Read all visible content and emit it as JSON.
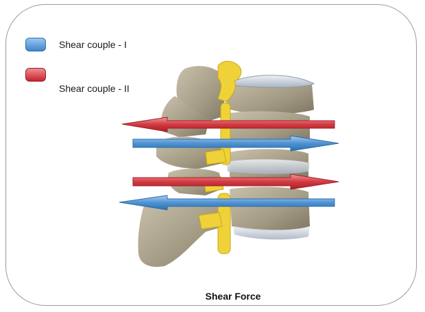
{
  "legend": [
    {
      "label": "Shear couple - I",
      "color": "#4f93d2"
    },
    {
      "label": "Shear couple - II",
      "color": "#d0303a"
    }
  ],
  "caption": "Shear Force",
  "arrows": [
    {
      "couple": "II",
      "direction": "left",
      "color": "#cc3037"
    },
    {
      "couple": "I",
      "direction": "right",
      "color": "#4a8fd0"
    },
    {
      "couple": "II",
      "direction": "right",
      "color": "#cc3037"
    },
    {
      "couple": "I",
      "direction": "left",
      "color": "#4a8fd0"
    }
  ],
  "illustration": {
    "name": "cervical-spine-segment",
    "bone_color": "#a9a08c",
    "ligament_color": "#efd23a"
  }
}
